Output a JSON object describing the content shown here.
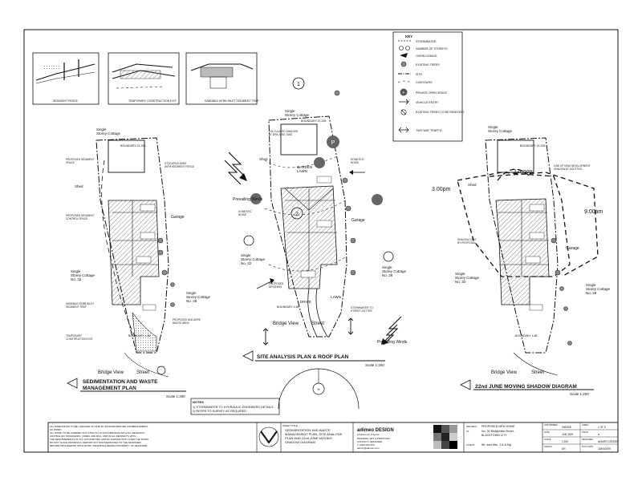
{
  "sheet": {
    "plans": {
      "left": {
        "title_line1": "SEDIMENTATION AND WASTE",
        "title_line2": "MANAGEMENT PLAN",
        "scale": "Scale 1:200",
        "street": "Bridge View",
        "street2": "Street",
        "label_cottage_top": "Single\nStorey Cottage",
        "label_garage": "Garage",
        "label_cottage_right": "Single\nStorey Cottage\nNo. 28",
        "label_cottage_left": "Single\nStorey Cottage\nNo. 32",
        "label_boundary_top": "BOUNDARY 21.335",
        "label_boundary_bottom": "BOUNDARY 4.85",
        "label_shed": "Shed"
      },
      "middle": {
        "title": "SITE ANALYSIS PLAN & ROOF PLAN",
        "subtitle": "AND 22nd JUNE SHADOW DIAGRAM",
        "scale": "Scale 1:200",
        "street": "Bridge View",
        "street2": "Street",
        "label_prevailing_winds_1": "Prevailing Winds",
        "label_prevailing_winds_2": "Prevailing Winds",
        "label_cottage_top": "Single\nStorey Cottage",
        "label_cottage_left": "Single\nStorey Cottage\nNo. 32",
        "label_cottage_right": "Single\nStorey Cottage\nNo. 28",
        "label_garage": "Garage",
        "label_garden": "GARDEN\nLAWN",
        "label_lawn": "LAWN",
        "label_boundary_top": "BOUNDARY 21.335",
        "label_boundary_bottom": "BOUNDARY 4.85",
        "label_drive": "DRIVE",
        "label_shed": "Shed",
        "north_label": "N",
        "circle_1": "1",
        "circle_2": "2",
        "circle_p": "P"
      },
      "right": {
        "title": "22nd JUNE MOVING SHADOW DIAGRAM",
        "scale": "Scale 1:200",
        "street": "Bridge View",
        "street2": "Street",
        "time_noon": "12noon",
        "time_3pm": "3.00pm",
        "time_9am": "9.00am",
        "label_cottage_top": "Single\nStorey Cottage",
        "label_cottage_left": "Single\nStorey Cottage\nNo. 32",
        "label_cottage_right": "Single\nStorey Cottage\nNo. 28",
        "label_garage": "Garage",
        "label_boundary_top": "BOUNDARY 21.335",
        "label_boundary_bottom": "BOUNDARY 4.85",
        "label_shed": "Shed"
      }
    },
    "key": {
      "title": "KEY",
      "items": [
        "STORMWATER",
        "NUMBER OF STOREYS",
        "OVERLOOKING",
        "EXISTING TREES",
        "SITE",
        "CONTOURS",
        "PRIVATE OPEN SPACE",
        "VEHICLE ENTRY",
        "EXISTING TREES TO BE REMOVED",
        "TWO WAY TRAFFIC"
      ]
    },
    "details": {
      "d1": "SEDIMENT FENCE",
      "d2": "TEMPORARY CONSTRUCTION EXIT",
      "d3": "SANDBAG KERB INLET SEDIMENT TRAP"
    },
    "notes": {
      "title": "NOTES",
      "n1": "1) STORMWATER TO HYDRAULIC ENGINEERS DETAILS",
      "n2": "2) REFER TO SURVEY AS REQUIRED"
    },
    "title_block": {
      "general_notes": [
        "ALL DIMENSIONS TO BE CHECKED ON SITE BY BUILDER BEFORE COMMENCEMENT",
        "OF WORK.",
        "ALL WORK TO BE CARRIED OUT STRICTLY IN ACCORDANCE WITH ALL RELEVANT",
        "AUSTRALIAN STANDARDS, CODES AND BCA, AND IN ALL RESPECTS WITH",
        "THE REQUIREMENTS OF ALL AUTHORITIES HAVING JURISDICTION OVER THE WORK.",
        "DO NOT SCALE DRAWINGS. REPORT ANY DISCREPANCIES TO THE DESIGNER",
        "BEFORE PROCEEDING WITH WORK. DRAWINGS REMAIN PROPERTY OF DESIGNER."
      ],
      "sheet_title": [
        "SEDIMENTATION AND WASTE",
        "MANAGEMENT PLAN, SITE ANALYSIS",
        "PLAN AND 22nd JUNE MOVING",
        "SHADOW DIAGRAM"
      ],
      "company": "adimeo DESIGN",
      "company_tag": "solutions for projects",
      "company_details": [
        "DRAWING SET: 3 PROPOSAL",
        "CONTACT: DESIGNER",
        "T: 0400 000 000",
        "admin@adimeo.com"
      ],
      "project_label": "PROJECT",
      "project": "PROPOSED NEW HOME",
      "address_label": "AT",
      "address": "No. 30 Bridgeview Street,",
      "address2": "BLACKTOWN CITY",
      "client_label": "CLIENT",
      "client": "Mr. and Mrs. J & A Ng",
      "fields": [
        {
          "label": "JOB NUMBER",
          "value": "0063/09"
        },
        {
          "label": "DATE",
          "value": "JUN 2009"
        },
        {
          "label": "SCALE",
          "value": "1:200"
        },
        {
          "label": "DRAWN",
          "value": "DR"
        },
        {
          "label": "SHEET",
          "value": "1 OF 5"
        },
        {
          "label": "ISSUE",
          "value": "A"
        },
        {
          "label": "DESIGNER",
          "value": "ADIMEO DESIGN"
        },
        {
          "label": "PLOT DATE",
          "value": "18/06/2009"
        }
      ]
    }
  }
}
